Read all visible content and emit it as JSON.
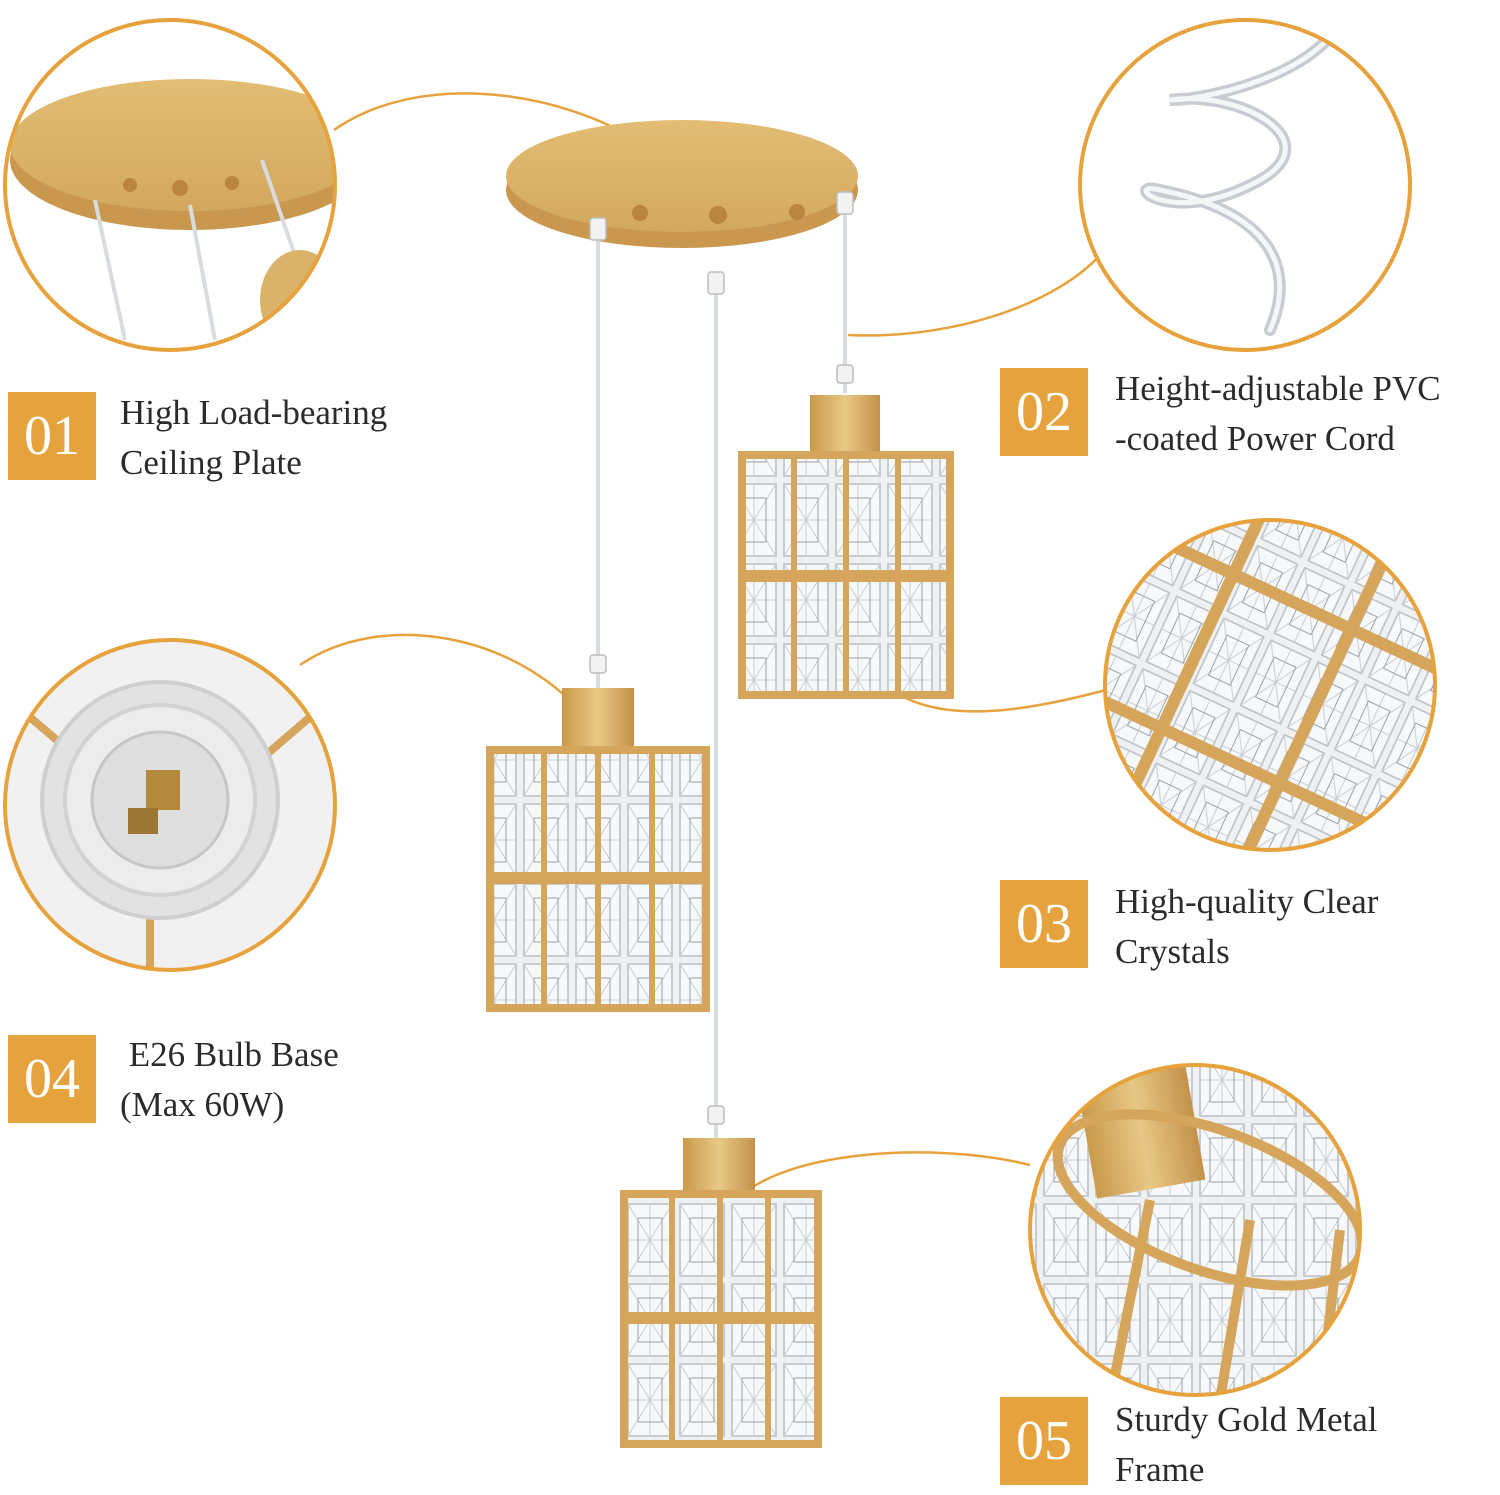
{
  "features": [
    {
      "number": "01",
      "lines": [
        "High Load-bearing",
        "Ceiling Plate"
      ]
    },
    {
      "number": "02",
      "lines": [
        "Height-adjustable PVC",
        "-coated Power Cord"
      ]
    },
    {
      "number": "03",
      "lines": [
        "High-quality Clear",
        "Crystals"
      ]
    },
    {
      "number": "04",
      "lines": [
        " E26 Bulb Base",
        "(Max 60W)"
      ]
    },
    {
      "number": "05",
      "lines": [
        "Sturdy Gold Metal",
        "Frame"
      ]
    }
  ],
  "colors": {
    "accent": "#e6a23c",
    "gold": "#d9b36a",
    "text": "#2b2b2b"
  },
  "icons": [
    "ceiling-plate-detail",
    "power-cord-detail",
    "crystal-detail",
    "bulb-socket-detail",
    "metal-frame-detail"
  ]
}
